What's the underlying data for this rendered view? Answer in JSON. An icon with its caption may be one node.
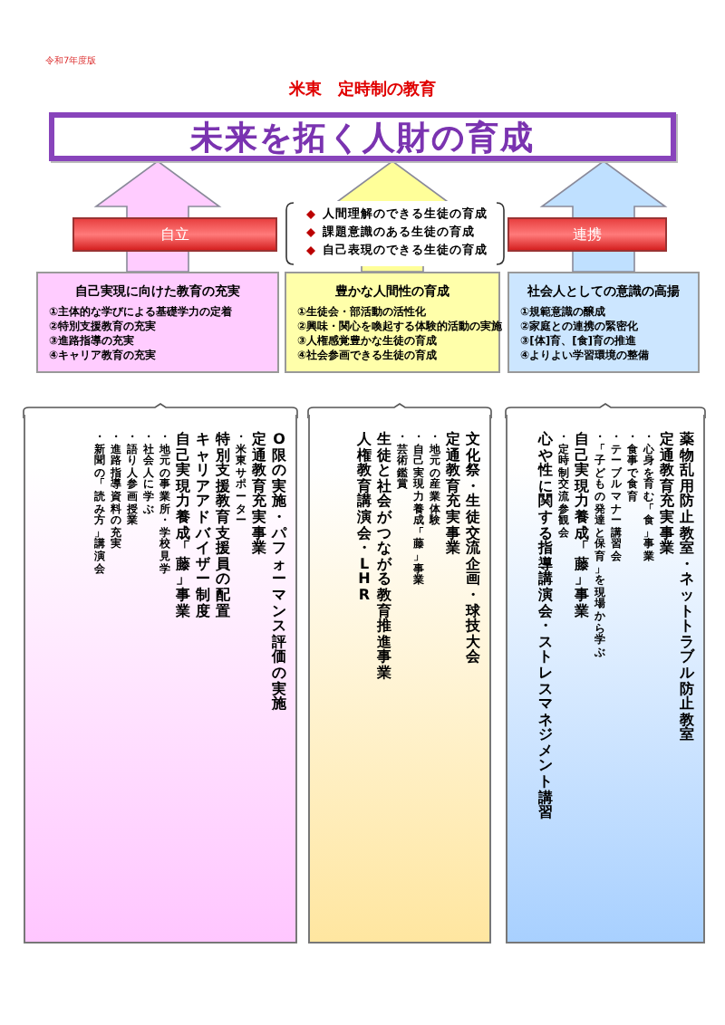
{
  "diagram": {
    "nodes": [
      {
        "text": [
          "未来を拓く人財の育成"
        ]
      },
      {
        "text": [
          "自立"
        ]
      },
      {
        "text": [
          "人間理解のできる生徒の育成",
          "課題意識のある生徒の育成",
          "自己表現のできる生徒の育成"
        ]
      },
      {
        "text": [
          "連携"
        ]
      },
      {
        "text": [
          "自己実現に向けた教育の充実",
          "①主体的な学びによる基礎学力の定着",
          "②特別支援教育の充実",
          "③進路指導の充実",
          "④キャリア教育の充実"
        ]
      },
      {
        "text": [
          "豊かな人間性の育成",
          "①生徒会・部活動の活性化",
          "②興味・関心を喚起する体験的活動の実施",
          "③人権感覚豊かな生徒の育成",
          "④社会参画できる生徒の育成"
        ]
      },
      {
        "text": [
          "社会人としての意識の高揚",
          "①規範意識の醸成",
          "②家庭との連携の緊密化",
          "③[体]育、[食]育の推進",
          "④よりよい学習環境の整備"
        ]
      },
      {
        "text": [
          "O限の実施・パフォーマンス評価の実施",
          "定通教育充実事業",
          "・米東サポーター",
          "特別支援教育支援員の配置",
          "キャリアアドバイザー制度",
          "自己実現力養成「藤」事業",
          "・地元の事業所・学校見学",
          "・社会人に学ぶ",
          "・語り人参画授業",
          "・進路指導資料の充実",
          "・新聞の「読み方」講演会"
        ]
      },
      {
        "text": [
          "文化祭・生徒交流企画・球技大会",
          "定通教育充実事業",
          "・地元の産業体験",
          "・自己実現力養成「藤」事業",
          "・芸術鑑賞",
          "生徒と社会がつながる教育推進事業",
          "人権教育講演会・LHR"
        ]
      },
      {
        "text": [
          "薬物乱用防止教室・ネットトラブル防止教室",
          "定通教育充実事業",
          "・心身を育む「食」事業",
          "・食事で食育",
          "・テーブルマナー講習会",
          "・「子どもの発達と保育」を現場から学ぶ",
          "自己実現力養成「藤」事業",
          "・定時制交流参観会",
          "心や性に関する指導講演会・ストレスマネジメント講習"
        ]
      }
    ],
    "edges": [
      {
        "from": 4,
        "to": 0,
        "arrow": "to",
        "color": "#ffccff"
      },
      {
        "from": 5,
        "to": 0,
        "arrow": "to",
        "color": "#ffff99"
      },
      {
        "from": 6,
        "to": 0,
        "arrow": "to",
        "color": "#bfe0ff"
      }
    ],
    "labels": [
      "令和7年度版",
      "米東　定時制の教育"
    ]
  }
}
